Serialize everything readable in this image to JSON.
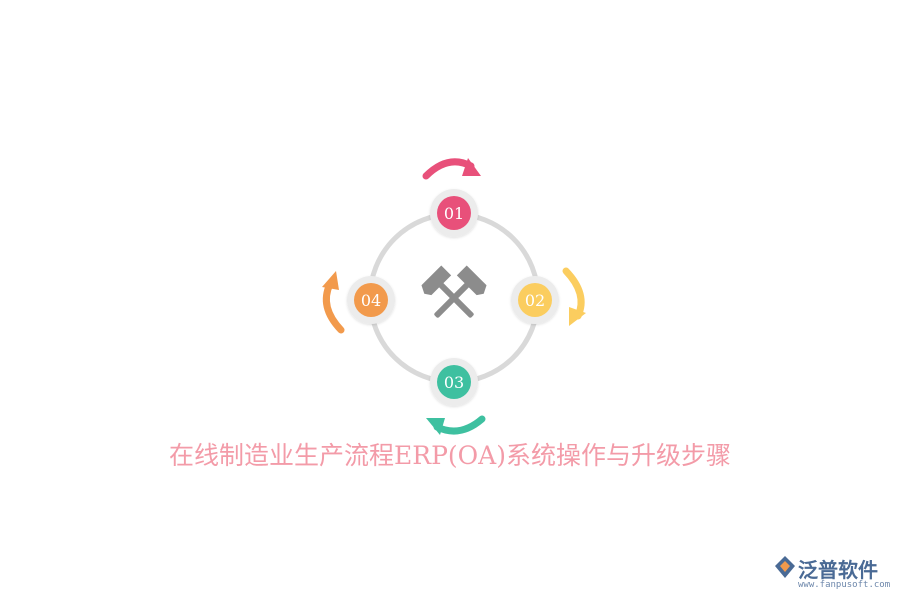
{
  "title": "在线制造业生产流程ERP(OA)系统操作与升级步骤",
  "steps": [
    {
      "label": "01",
      "color": "#e8507a"
    },
    {
      "label": "02",
      "color": "#fbcd5f"
    },
    {
      "label": "03",
      "color": "#3ec0a0"
    },
    {
      "label": "04",
      "color": "#f29a4c"
    }
  ],
  "center_icon": "crossed-hammers-icon",
  "ring_color": "#d9d9d9",
  "brand": {
    "name": "泛普软件",
    "url": "www.fanpusoft.com"
  }
}
